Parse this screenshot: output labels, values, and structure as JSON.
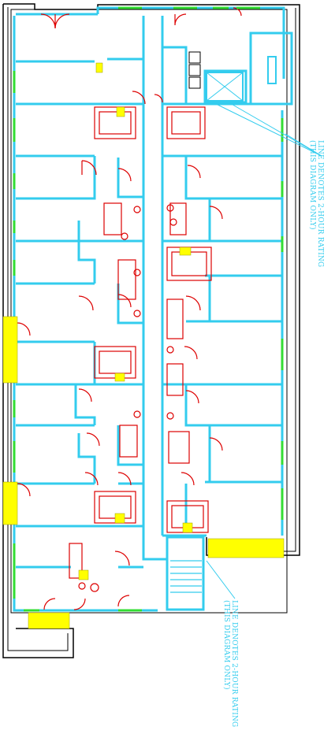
{
  "notes": [
    {
      "line1": "LINE DENOTES 2-HOUR RATING",
      "line2": "(THIS DIAGRAM ONLY)"
    },
    {
      "line1": "LINE DENOTES 2-HOUR RATING",
      "line2": "(THIS DIAGRAM ONLY)"
    }
  ],
  "colors": {
    "wall": "#000000",
    "rated_wall": "#33ccee",
    "fixtures": "#dd0000",
    "window": "#33dd33",
    "highlight": "#ffff00",
    "annotation": "#33ccee"
  }
}
